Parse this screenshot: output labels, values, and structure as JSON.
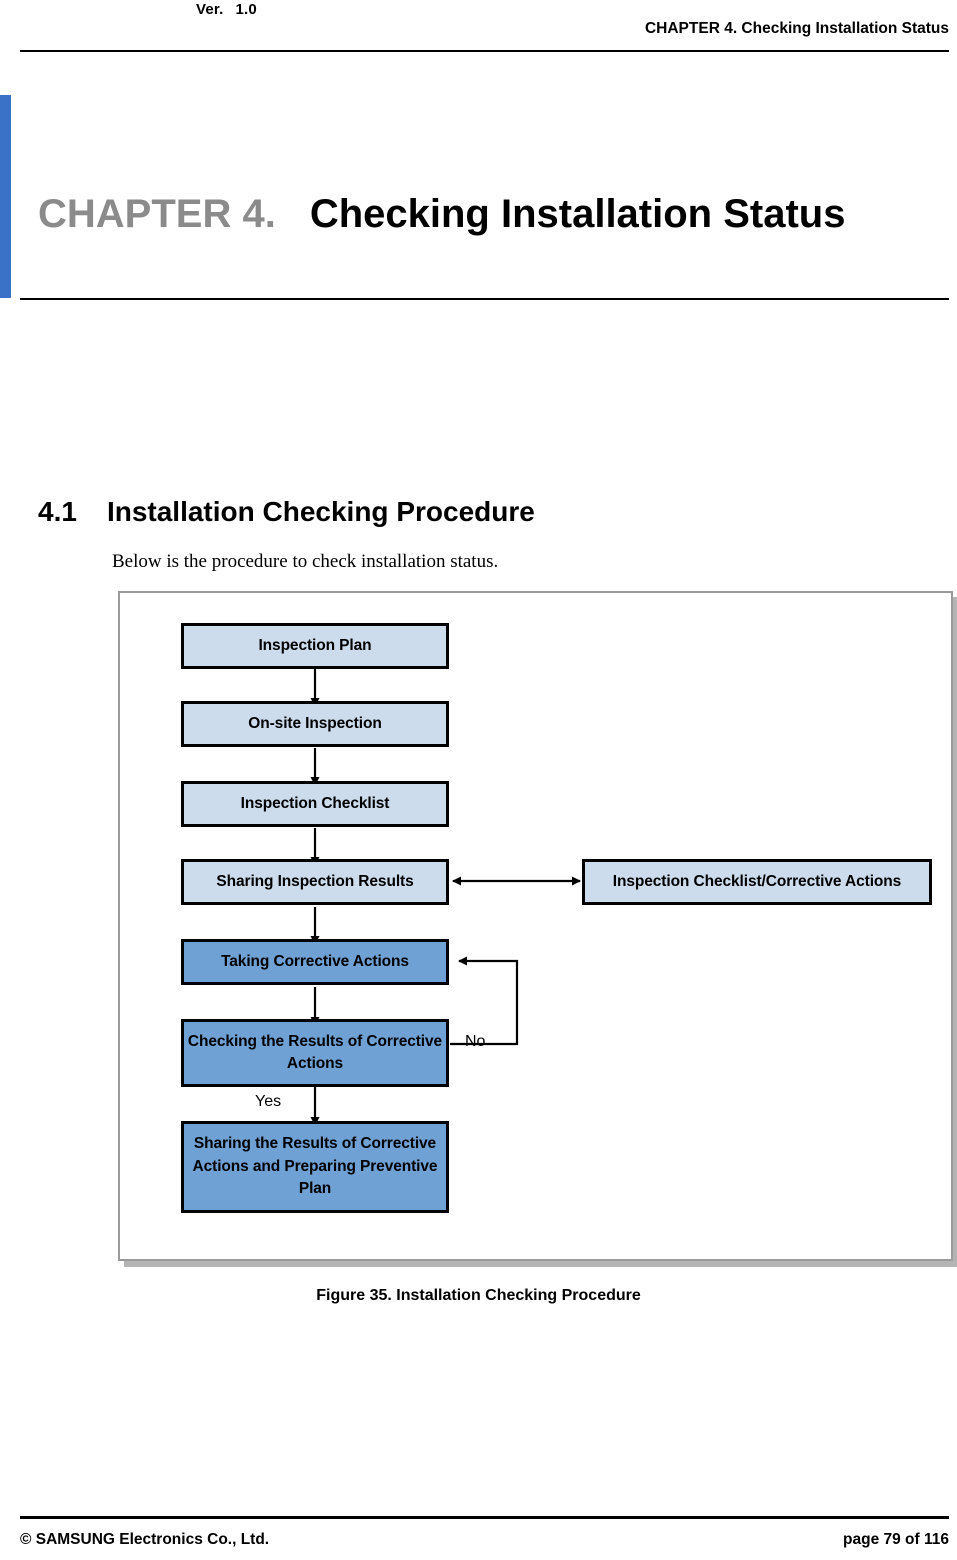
{
  "header": {
    "version_label": "Ver.",
    "version_value": "1.0",
    "chapter_running": "CHAPTER 4. Checking Installation Status"
  },
  "chapter": {
    "number": "CHAPTER 4.",
    "title": "Checking Installation Status",
    "accent_color": "#3a72c8"
  },
  "section": {
    "number": "4.1",
    "title": "Installation Checking Procedure",
    "body": "Below is the procedure to check installation status."
  },
  "figure": {
    "caption": "Figure 35. Installation Checking Procedure",
    "colors": {
      "fill_light": "#ccdcec",
      "fill_dark": "#6fa1d4",
      "stroke": "#000000",
      "container_border": "#9a9a9a",
      "container_shadow": "#b4b4b4"
    },
    "nodes": [
      {
        "id": "inspection-plan",
        "label": "Inspection Plan",
        "fill": "light"
      },
      {
        "id": "on-site-inspection",
        "label": "On-site Inspection",
        "fill": "light"
      },
      {
        "id": "inspection-checklist",
        "label": "Inspection Checklist",
        "fill": "light"
      },
      {
        "id": "sharing-inspection-results",
        "label": "Sharing Inspection Results",
        "fill": "light"
      },
      {
        "id": "checklist-corrective-actions",
        "label": "Inspection Checklist/Corrective Actions",
        "fill": "light"
      },
      {
        "id": "taking-corrective-actions",
        "label": "Taking Corrective Actions",
        "fill": "dark"
      },
      {
        "id": "checking-results",
        "label": "Checking the Results of Corrective Actions",
        "fill": "dark"
      },
      {
        "id": "sharing-results",
        "label": "Sharing the Results of Corrective Actions and Preparing Preventive Plan",
        "fill": "dark"
      }
    ],
    "edge_labels": {
      "no": "No",
      "yes": "Yes"
    }
  },
  "footer": {
    "copyright": "© SAMSUNG Electronics Co., Ltd.",
    "page": "page 79 of 116"
  }
}
